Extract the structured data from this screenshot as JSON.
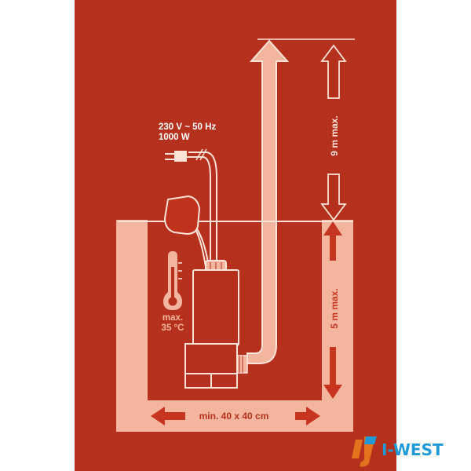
{
  "colors": {
    "background_outer": "#ffffff",
    "panel_red": "#b5311d",
    "panel_red_dark": "#9e2616",
    "light_peach": "#f4b59e",
    "line_white": "#fbe3d8",
    "float_red": "#c0311e",
    "arrow_red": "#c7341f",
    "logo_blue": "#1f9ad6",
    "logo_orange": "#e3731c"
  },
  "power": {
    "voltage": "230 V ~ 50 Hz",
    "wattage": "1000 W"
  },
  "temperature": {
    "label_max": "max.",
    "label_value": "35 °C",
    "icon": "thermometer-icon"
  },
  "dimensions": {
    "head_height": "9 m max.",
    "immersion_depth": "5 m max.",
    "pit_size": "min. 40 x 40 cm"
  },
  "logo": {
    "text": "I-WEST"
  }
}
